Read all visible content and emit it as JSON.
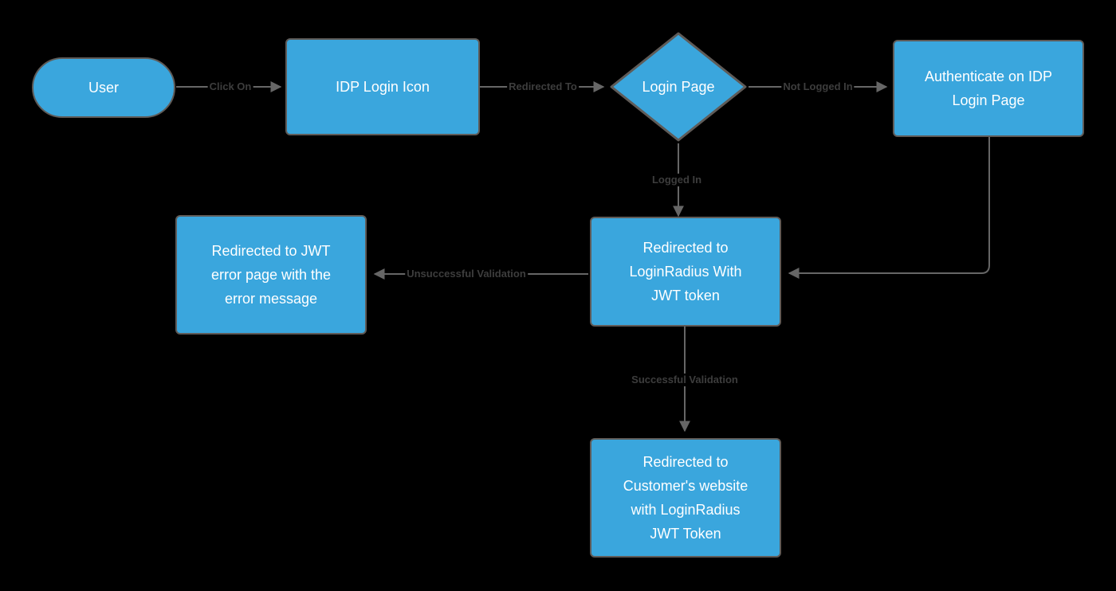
{
  "diagram": {
    "title": "IDP Login JWT Authentication Flow",
    "background_color": "#000000",
    "node_fill": "#3aa6dd",
    "node_border": "#5f5b58",
    "node_text_color": "#ffffff",
    "edge_color": "#666666",
    "edge_label_color": "#3d3d3d"
  },
  "nodes": [
    {
      "id": "user",
      "label": "User",
      "shape": "stadium"
    },
    {
      "id": "idp_icon",
      "label": "IDP Login Icon",
      "shape": "rect"
    },
    {
      "id": "login_page",
      "label": "Login Page",
      "shape": "diamond"
    },
    {
      "id": "authenticate",
      "label": "Authenticate on IDP\nLogin Page",
      "shape": "rect"
    },
    {
      "id": "redirect_lr",
      "label": "Redirected to\nLoginRadius With\nJWT token",
      "shape": "rect"
    },
    {
      "id": "error_page",
      "label": "Redirected to  JWT\nerror page with the\nerror message",
      "shape": "rect"
    },
    {
      "id": "customer_site",
      "label": "Redirected to\nCustomer's website\nwith LoginRadius\nJWT Token",
      "shape": "rect"
    }
  ],
  "edges": [
    {
      "id": "e1",
      "from": "user",
      "to": "idp_icon",
      "label": "Click On"
    },
    {
      "id": "e2",
      "from": "idp_icon",
      "to": "login_page",
      "label": "Redirected To"
    },
    {
      "id": "e3",
      "from": "login_page",
      "to": "authenticate",
      "label": "Not Logged In"
    },
    {
      "id": "e4",
      "from": "login_page",
      "to": "redirect_lr",
      "label": "Logged In"
    },
    {
      "id": "e5",
      "from": "authenticate",
      "to": "redirect_lr",
      "label": ""
    },
    {
      "id": "e6",
      "from": "redirect_lr",
      "to": "error_page",
      "label": "Unsuccessful Validation"
    },
    {
      "id": "e7",
      "from": "redirect_lr",
      "to": "customer_site",
      "label": "Successful Validation"
    }
  ]
}
